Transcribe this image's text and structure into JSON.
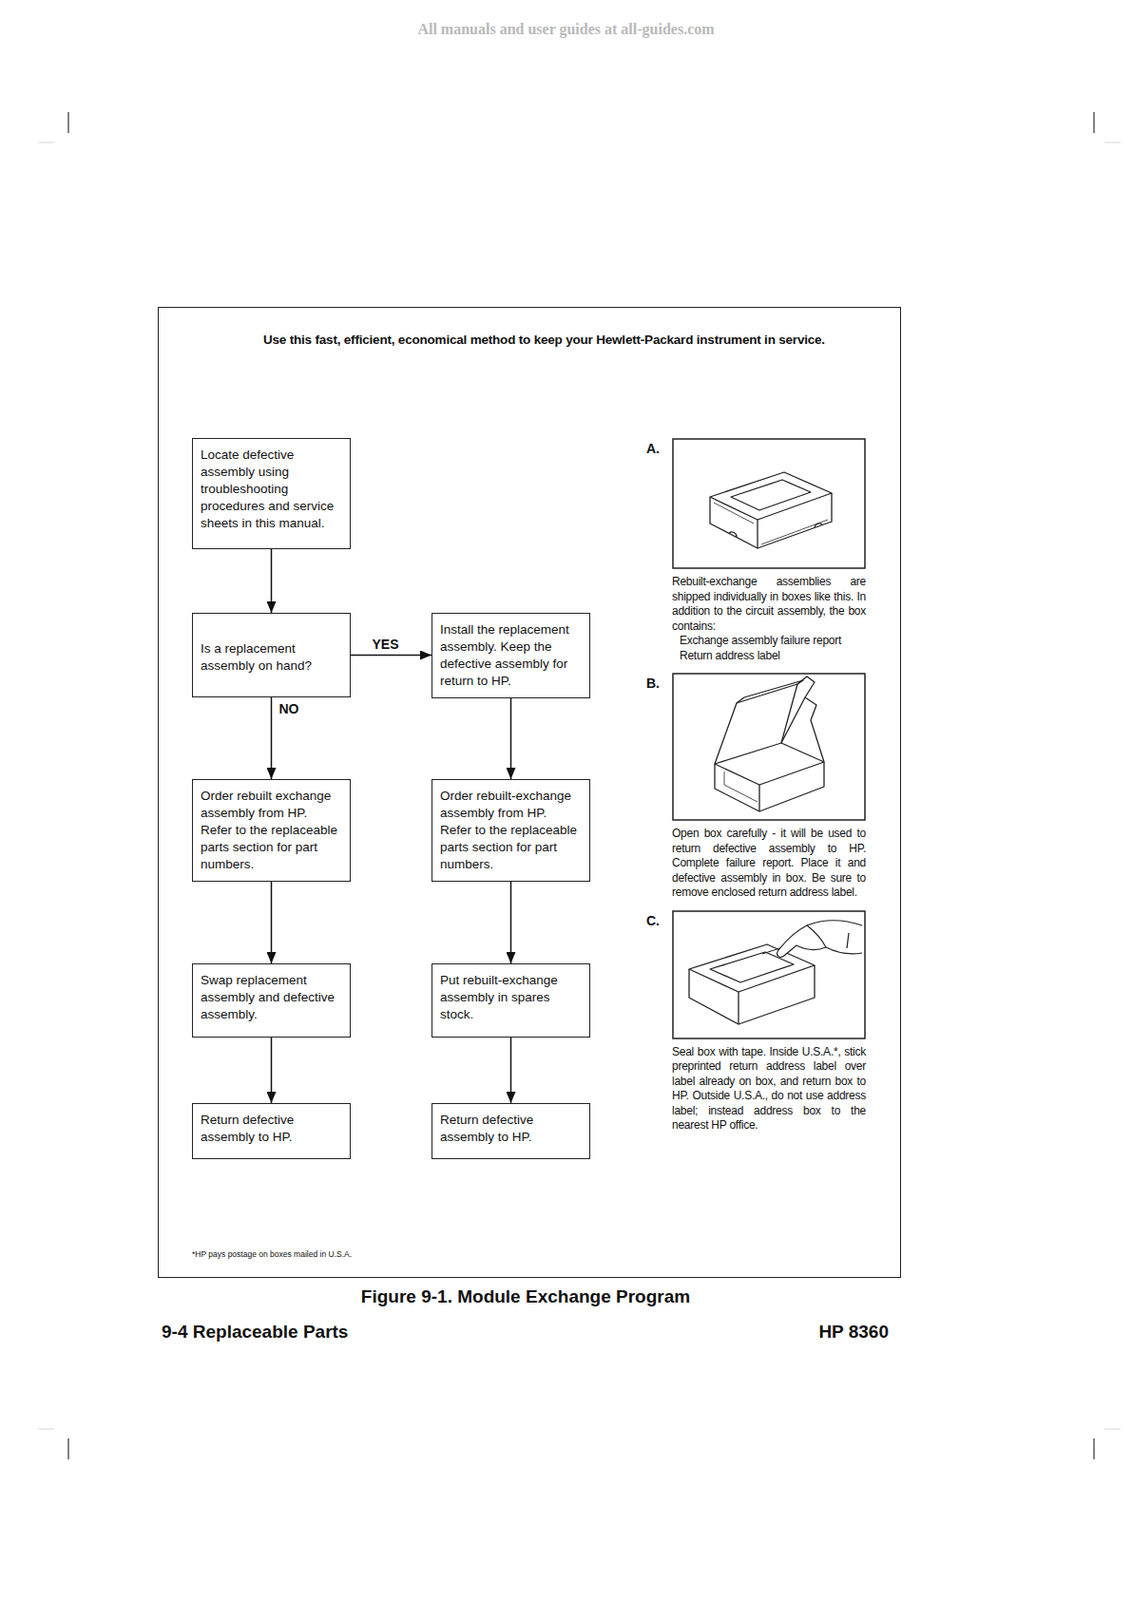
{
  "diagram": {
    "title": "Use this fast, efficient, economical method to keep your Hewlett-Packard instrument in service.",
    "caption": "Figure 9-1. Module Exchange Program",
    "nodes": [
      {
        "text": [
          "Locate defective assembly using troubleshooting procedures and service sheets in this manual."
        ]
      },
      {
        "text": [
          "Is a replacement assembly on hand?"
        ]
      },
      {
        "text": [
          "Install the replacement assembly. Keep the defective assembly for return to HP."
        ]
      },
      {
        "text": [
          "Order rebuilt exchange assembly from HP. Refer to the replaceable parts section for part numbers."
        ]
      },
      {
        "text": [
          "Order rebuilt-exchange assembly from HP. Refer to the replaceable parts section for part numbers."
        ]
      },
      {
        "text": [
          "Swap replacement assembly and defective assembly."
        ]
      },
      {
        "text": [
          "Put rebuilt-exchange assembly in spares stock."
        ]
      },
      {
        "text": [
          "Return defective assembly to HP."
        ]
      },
      {
        "text": [
          "Return defective assembly to HP."
        ]
      }
    ],
    "edges": [
      {
        "from": 0,
        "to": 1,
        "arrow": "to"
      },
      {
        "from": 1,
        "to": 2,
        "label": "YES",
        "arrow": "to"
      },
      {
        "from": 1,
        "to": 3,
        "label": "NO",
        "arrow": "to"
      },
      {
        "from": 2,
        "to": 4,
        "arrow": "to"
      },
      {
        "from": 3,
        "to": 5,
        "arrow": "to"
      },
      {
        "from": 4,
        "to": 6,
        "arrow": "to"
      },
      {
        "from": 5,
        "to": 7,
        "arrow": "to"
      },
      {
        "from": 6,
        "to": 8,
        "arrow": "to"
      }
    ],
    "labels": [
      "All manuals and user guides at all-guides.com",
      "A.",
      "Rebuilt-exchange assemblies are shipped individually in boxes like this. In addition to the circuit assembly, the box contains:",
      "Exchange assembly failure report",
      "Return address label",
      "B.",
      "Open box carefully - it will be used to return defective assembly to HP. Complete failure report. Place it and defective assembly in box. Be sure to remove enclosed return address label.",
      "C.",
      "Seal box with tape. Inside U.S.A.*, stick preprinted return address label over label already on box, and return box to HP. Outside U.S.A., do not use address label; instead address box to the nearest HP office.",
      "*HP pays postage on boxes mailed in U.S.A.",
      "9-4 Replaceable Parts",
      "HP 8360"
    ]
  }
}
